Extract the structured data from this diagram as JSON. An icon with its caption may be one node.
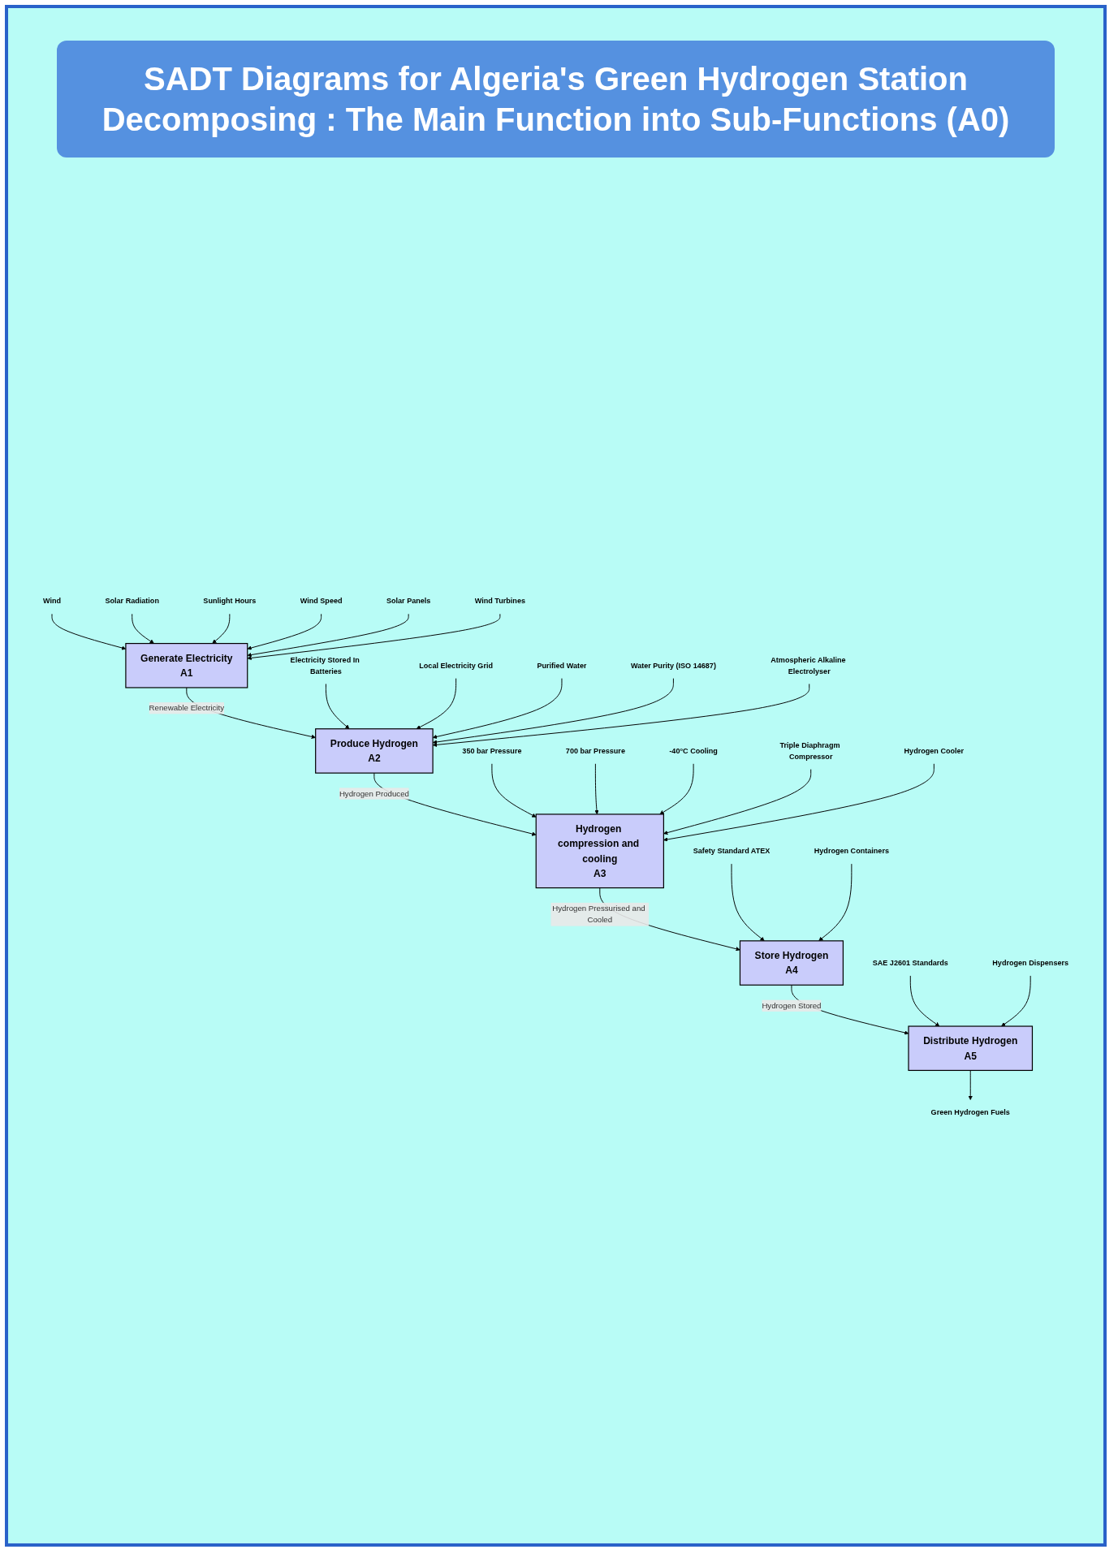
{
  "diagram": {
    "title": "SADT Diagrams for Algeria's Green Hydrogen Station Decomposing : The Main Function into Sub-Functions (A0)",
    "nodes": [
      {
        "text": [
          "Wind"
        ]
      },
      {
        "text": [
          "Solar Radiation"
        ]
      },
      {
        "text": [
          "Sunlight Hours"
        ]
      },
      {
        "text": [
          "Wind Speed"
        ]
      },
      {
        "text": [
          "Generate Electricity",
          "A1"
        ]
      },
      {
        "text": [
          "Solar Panels"
        ]
      },
      {
        "text": [
          "Wind Turbines"
        ]
      },
      {
        "text": [
          "Electricity Stored In Batteries"
        ]
      },
      {
        "text": [
          "Local Electricity Grid"
        ]
      },
      {
        "text": [
          "Purified Water"
        ]
      },
      {
        "text": [
          "Water Purity (ISO 14687)"
        ]
      },
      {
        "text": [
          "Produce Hydrogen",
          "A2"
        ]
      },
      {
        "text": [
          "Atmospheric Alkaline Electrolyser"
        ]
      },
      {
        "text": [
          "350 bar Pressure"
        ]
      },
      {
        "text": [
          "700 bar Pressure"
        ]
      },
      {
        "text": [
          "-40°C Cooling"
        ]
      },
      {
        "text": [
          "Hydrogen compression and cooling",
          "A3"
        ]
      },
      {
        "text": [
          "Triple Diaphragm Compressor"
        ]
      },
      {
        "text": [
          "Hydrogen Cooler"
        ]
      },
      {
        "text": [
          "Safety Standard ATEX"
        ]
      },
      {
        "text": [
          "Store Hydrogen",
          "A4"
        ]
      },
      {
        "text": [
          "Hydrogen Containers"
        ]
      },
      {
        "text": [
          "SAE J2601 Standards"
        ]
      },
      {
        "text": [
          "Distribute Hydrogen",
          "A5"
        ]
      },
      {
        "text": [
          "Hydrogen Dispensers"
        ]
      },
      {
        "text": [
          "Green Hydrogen Fuels"
        ]
      }
    ],
    "edges": [
      {
        "from": 0,
        "to": 4,
        "arrow": "to"
      },
      {
        "from": 1,
        "to": 4,
        "arrow": "to"
      },
      {
        "from": 2,
        "to": 4,
        "arrow": "to"
      },
      {
        "from": 3,
        "to": 4,
        "arrow": "to"
      },
      {
        "from": 5,
        "to": 4,
        "arrow": "to"
      },
      {
        "from": 6,
        "to": 4,
        "arrow": "to"
      },
      {
        "from": 4,
        "to": 11,
        "arrow": "to",
        "label": "Renewable Electricity"
      },
      {
        "from": 7,
        "to": 11,
        "arrow": "to"
      },
      {
        "from": 8,
        "to": 11,
        "arrow": "to"
      },
      {
        "from": 9,
        "to": 11,
        "arrow": "to"
      },
      {
        "from": 10,
        "to": 11,
        "arrow": "to"
      },
      {
        "from": 12,
        "to": 11,
        "arrow": "to"
      },
      {
        "from": 11,
        "to": 16,
        "arrow": "to",
        "label": "Hydrogen Produced"
      },
      {
        "from": 13,
        "to": 16,
        "arrow": "to"
      },
      {
        "from": 14,
        "to": 16,
        "arrow": "to"
      },
      {
        "from": 15,
        "to": 16,
        "arrow": "to"
      },
      {
        "from": 17,
        "to": 16,
        "arrow": "to"
      },
      {
        "from": 18,
        "to": 16,
        "arrow": "to"
      },
      {
        "from": 16,
        "to": 20,
        "arrow": "to",
        "label": "Hydrogen Pressurised and Cooled"
      },
      {
        "from": 19,
        "to": 20,
        "arrow": "to"
      },
      {
        "from": 21,
        "to": 20,
        "arrow": "to"
      },
      {
        "from": 20,
        "to": 23,
        "arrow": "to",
        "label": "Hydrogen Stored"
      },
      {
        "from": 22,
        "to": 23,
        "arrow": "to"
      },
      {
        "from": 24,
        "to": 23,
        "arrow": "to"
      },
      {
        "from": 23,
        "to": 25,
        "arrow": "to"
      }
    ]
  }
}
